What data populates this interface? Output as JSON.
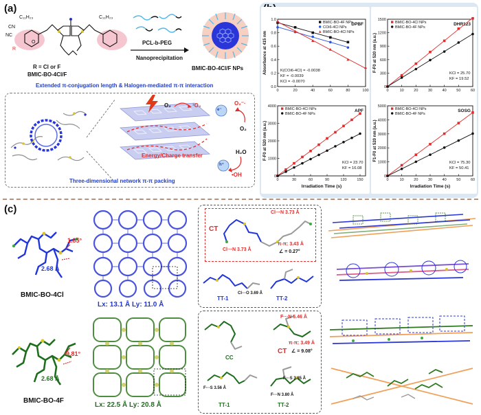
{
  "panel_a": {
    "label": "(a)",
    "r_label": "R = Cl or F",
    "molecule_name": "BMIC-BO-4Cl/F",
    "reagent": "PCL-b-PEG",
    "process": "Nanoprecipitation",
    "np_name": "BMIC-BO-4Cl/F NPs",
    "caption1": "Extended π-conjugation length & Halogen-mediated π-π interaction",
    "caption2": "Three-dimensional network π-π packing",
    "mechanism_text": "Energy/Charge transfer",
    "labels": {
      "o2_1": "O₂",
      "singlet_o2": "¹O₂",
      "electron": "e⁻",
      "superoxide": "O₂⁻·",
      "o2_2": "O₂",
      "hole": "h⁺",
      "water": "H₂O",
      "hydroxyl": "•OH"
    },
    "atom_labels": {
      "c11": "C₁₁H₂₃",
      "cn1": "CN",
      "nc": "NC",
      "o": "O",
      "r": "R"
    }
  },
  "panel_b": {
    "label": "(b)",
    "xlabel": "Irradiation Time (s)",
    "charts": [
      {
        "id": "dpbf"
      },
      {
        "id": "dhr"
      },
      {
        "id": "apf"
      },
      {
        "id": "sosg"
      }
    ]
  },
  "panel_c": {
    "label": "(c)",
    "cl_name": "BMIC-BO-4Cl",
    "f_name": "BMIC-BO-4F",
    "cl_angle": "1.85°",
    "cl_dist": "2.68 Å",
    "f_angle": "9.81°",
    "f_dist": "2.68 Å",
    "cl_lattice": "Lx: 13.1 Å  Ly: 11.0 Å",
    "f_lattice": "Lx: 22.5 Å  Ly: 20.8 Å",
    "cl_box": {
      "ct": "CT",
      "cln1": "Cl···N 3.73 Å",
      "cln2": "Cl···N 3.73 Å",
      "pipi": "π-π: 3.43 Å",
      "angle": "∠ = 0.27°",
      "tt1": "TT-1",
      "tt2": "TT-2",
      "clo": "Cl···O 3.69 Å"
    },
    "f_box": {
      "fn": "F···N 5.46 Å",
      "cc": "CC",
      "ct": "CT",
      "pipi": "π-π: 3.49 Å",
      "angle": "∠ = 9.08°",
      "fs1": "F···S 3.56 Å",
      "fs2": "F···S 3.85 Å",
      "fn2": "F···N 3.80 Å",
      "tt1": "TT-1",
      "tt2": "TT-2"
    }
  },
  "chart_data": [
    {
      "type": "scatter",
      "title": "DPBF",
      "xlabel": "Irradiation Time (s)",
      "ylabel": "Absorbance at 415 nm",
      "xlim": [
        0,
        100
      ],
      "ylim": [
        0.0,
        1.0
      ],
      "xticks": [
        0,
        20,
        40,
        60,
        80,
        100
      ],
      "yticks": [
        0.0,
        0.2,
        0.4,
        0.6,
        0.8,
        1.0
      ],
      "series": [
        {
          "name": "BMIC-BO-4F NPs",
          "color": "#111111",
          "marker": "square",
          "x": [
            0,
            20,
            40,
            60,
            80
          ],
          "y": [
            0.95,
            0.88,
            0.8,
            0.73,
            0.66
          ]
        },
        {
          "name": "COi6-4Cl NPs",
          "color": "#2b54d6",
          "marker": "circle",
          "x": [
            0,
            20,
            40,
            60,
            80
          ],
          "y": [
            0.88,
            0.81,
            0.74,
            0.66,
            0.58
          ]
        },
        {
          "name": "BMIC-BO-4Cl NPs",
          "color": "#e22b2b",
          "marker": "triangle",
          "x": [
            0,
            20,
            40,
            60,
            80,
            100
          ],
          "y": [
            0.97,
            0.82,
            0.68,
            0.55,
            0.4,
            0.28
          ]
        }
      ],
      "annotations": [
        "K(COi6-4Cl) = -0.0038",
        "KF = -0.0039",
        "KCl = -0.0070"
      ]
    },
    {
      "type": "scatter",
      "title": "DHR123",
      "xlabel": "Irradiation Time (s)",
      "ylabel": "F-F0 at 520 nm (a.u.)",
      "xlim": [
        0,
        60
      ],
      "ylim": [
        0,
        1500
      ],
      "xticks": [
        0,
        10,
        20,
        30,
        40,
        50,
        60
      ],
      "yticks": [
        0,
        300,
        600,
        900,
        1200,
        1500
      ],
      "series": [
        {
          "name": "BMIC-BO-4Cl NPs",
          "color": "#e22b2b",
          "marker": "square",
          "x": [
            0,
            10,
            20,
            30,
            40,
            50,
            60
          ],
          "y": [
            0,
            250,
            510,
            770,
            1020,
            1290,
            1520
          ]
        },
        {
          "name": "BMIC-BO-4F NPs",
          "color": "#111111",
          "marker": "circle",
          "x": [
            0,
            10,
            20,
            30,
            40,
            50,
            60
          ],
          "y": [
            0,
            200,
            390,
            590,
            780,
            980,
            1170
          ]
        }
      ],
      "annotations": [
        "KCl = 25.70",
        "KF = 19.52"
      ]
    },
    {
      "type": "scatter",
      "title": "APF",
      "xlabel": "Irradiation Time (s)",
      "ylabel": "F-F0 at 520 nm (a.u.)",
      "xlim": [
        0,
        160
      ],
      "ylim": [
        0,
        4000
      ],
      "xticks": [
        0,
        30,
        60,
        90,
        120,
        150
      ],
      "yticks": [
        0,
        1000,
        2000,
        3000,
        4000
      ],
      "series": [
        {
          "name": "BMIC-BO-4Cl NPs",
          "color": "#e22b2b",
          "marker": "square",
          "x": [
            0,
            15,
            30,
            45,
            60,
            75,
            90,
            105,
            120,
            135,
            150
          ],
          "y": [
            0,
            360,
            720,
            1080,
            1420,
            1780,
            2140,
            2490,
            2850,
            3200,
            3560
          ]
        },
        {
          "name": "BMIC-BO-4F NPs",
          "color": "#111111",
          "marker": "circle",
          "x": [
            0,
            15,
            30,
            45,
            60,
            75,
            90,
            105,
            120,
            135,
            150
          ],
          "y": [
            0,
            240,
            480,
            720,
            960,
            1200,
            1440,
            1690,
            1930,
            2170,
            2410
          ]
        }
      ],
      "annotations": [
        "KCl = 23.70",
        "KF = 16.08"
      ]
    },
    {
      "type": "scatter",
      "title": "SOSG",
      "xlabel": "Irradiation Time (s)",
      "ylabel": "F1-F0 at 520 nm (a.u.)",
      "xlim": [
        0,
        60
      ],
      "ylim": [
        0,
        5000
      ],
      "xticks": [
        0,
        10,
        20,
        30,
        40,
        50,
        60
      ],
      "yticks": [
        0,
        1000,
        2000,
        3000,
        4000,
        5000
      ],
      "series": [
        {
          "name": "BMIC-BO-4Cl NPs",
          "color": "#e22b2b",
          "marker": "square",
          "x": [
            0,
            10,
            20,
            30,
            40,
            50,
            60
          ],
          "y": [
            0,
            760,
            1510,
            2260,
            3010,
            3770,
            4520
          ]
        },
        {
          "name": "BMIC-BO-4F NPs",
          "color": "#111111",
          "marker": "circle",
          "x": [
            0,
            10,
            20,
            30,
            40,
            50,
            60
          ],
          "y": [
            0,
            500,
            1010,
            1510,
            2020,
            2520,
            3020
          ]
        }
      ],
      "annotations": [
        "KCl = 75.30",
        "KF = 50.41"
      ]
    }
  ]
}
